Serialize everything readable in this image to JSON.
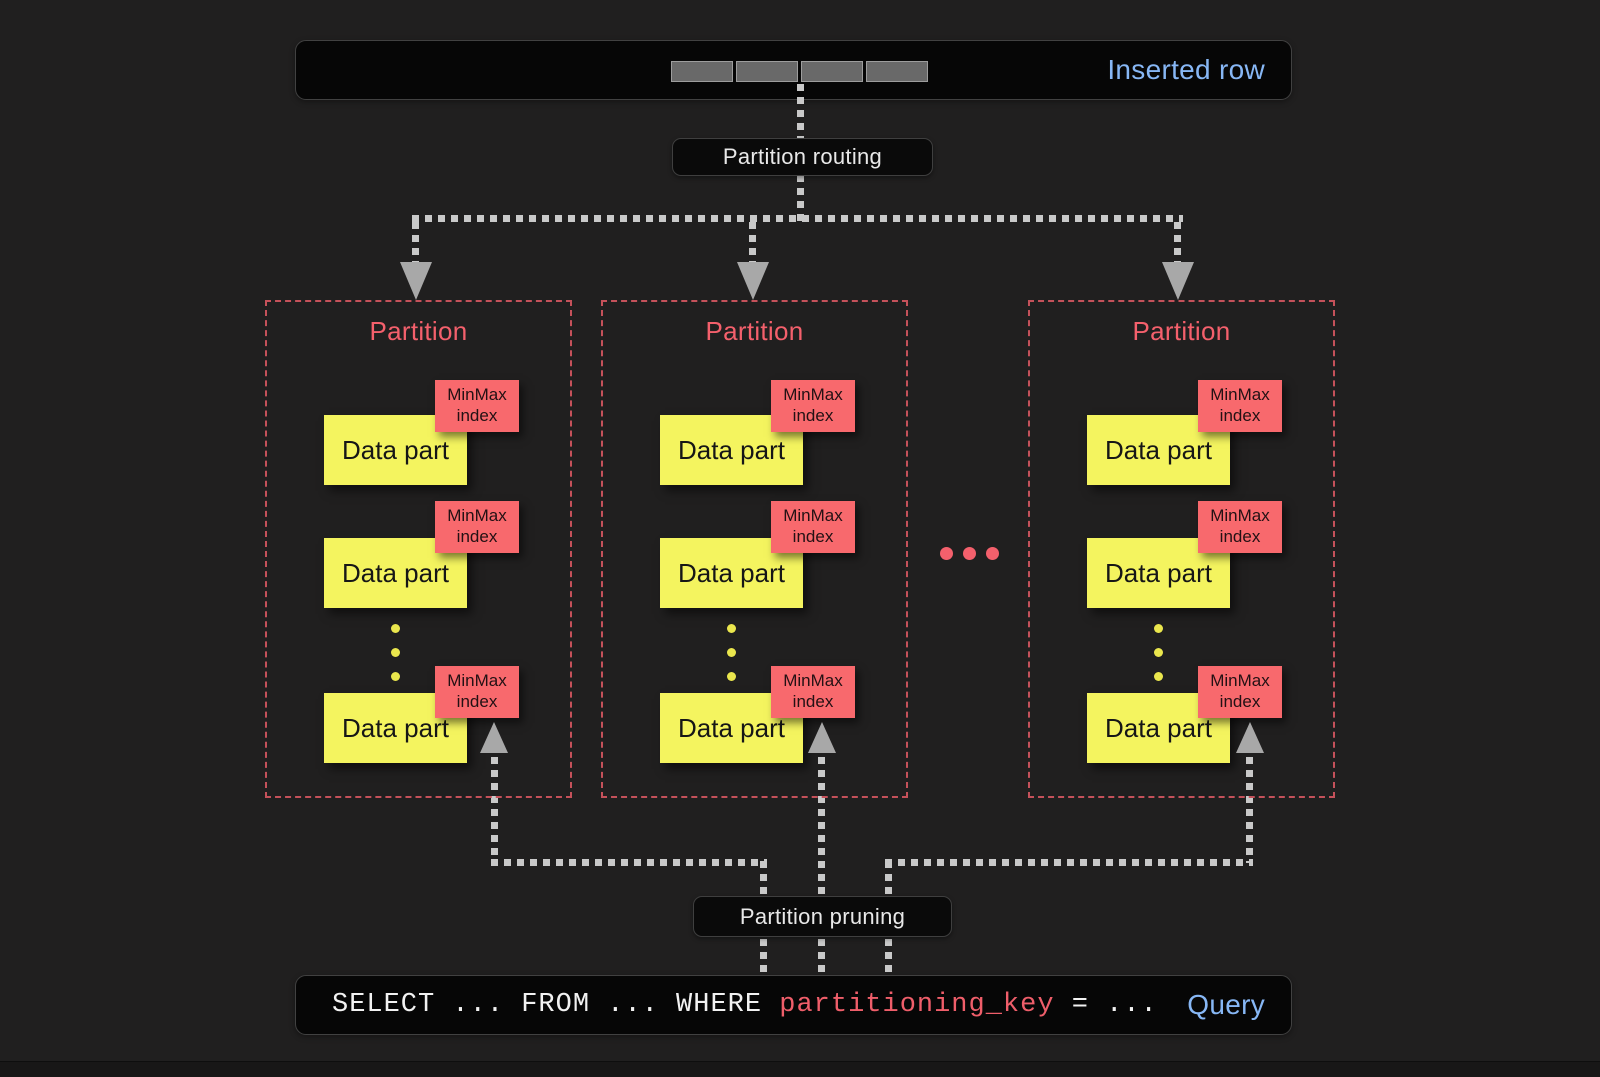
{
  "inserted_row_bar": {
    "label": "Inserted row",
    "segment_count": 4
  },
  "routing_pill": {
    "label": "Partition routing"
  },
  "pruning_pill": {
    "label": "Partition pruning"
  },
  "labels": {
    "data_part": "Data part",
    "minmax_line1": "MinMax",
    "minmax_line2": "index"
  },
  "partitions": [
    {
      "title": "Partition",
      "data_part_count_shown": 3,
      "has_more_indicator": true
    },
    {
      "title": "Partition",
      "data_part_count_shown": 3,
      "has_more_indicator": true
    },
    {
      "title": "Partition",
      "data_part_count_shown": 3,
      "has_more_indicator": true
    }
  ],
  "more_partitions_indicator": "...",
  "query_bar": {
    "sql_before": "SELECT ... FROM ... WHERE ",
    "sql_key": "partitioning_key",
    "sql_after": " = ...",
    "label": "Query"
  },
  "colors": {
    "background": "#201f1f",
    "bar_background": "#060606",
    "accent_blue": "#87b7f5",
    "accent_pink": "#f4606c",
    "minmax_pink": "#f8696d",
    "data_part_yellow": "#f4f45f",
    "connector_gray": "#c9c9c9",
    "partition_border": "#c5515a"
  }
}
